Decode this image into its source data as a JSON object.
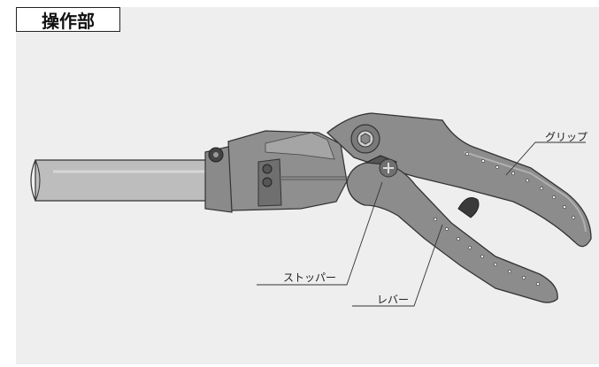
{
  "title": "操作部",
  "labels": {
    "grip": "グリップ",
    "stopper": "ストッパー",
    "lever": "レバー"
  },
  "colors": {
    "background": "#eeeeee",
    "body_dark": "#7f7f7f",
    "body_mid": "#9a9a9a",
    "pipe": "#bdbdbd",
    "outline": "#333333"
  }
}
